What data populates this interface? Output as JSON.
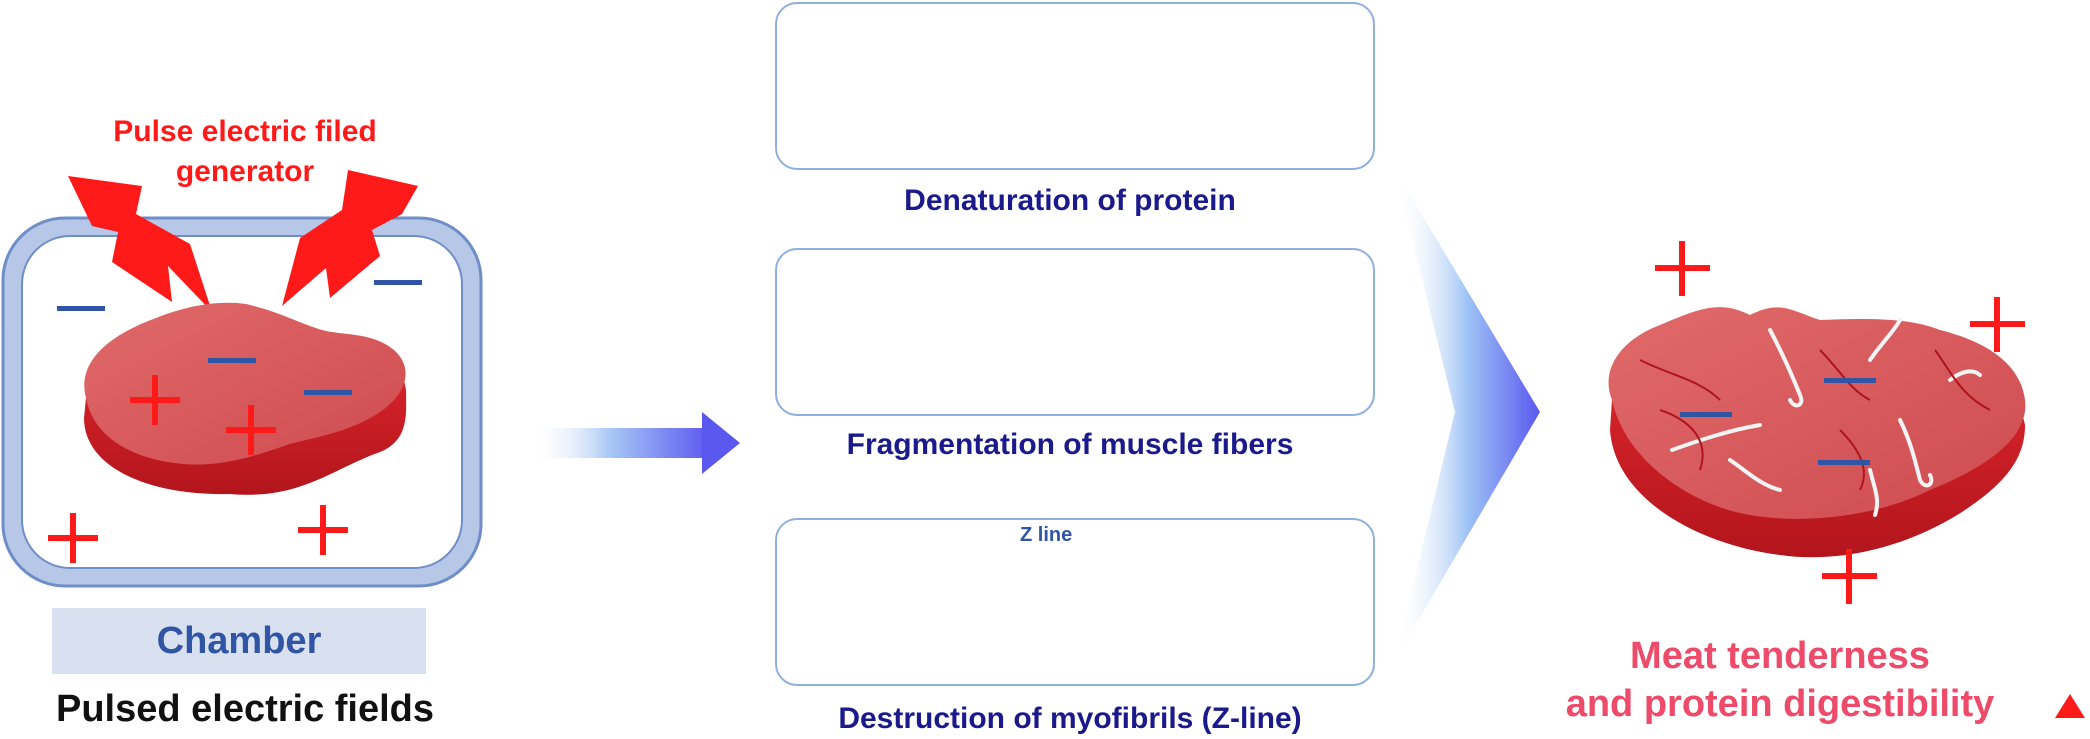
{
  "left": {
    "generator_label_line1": "Pulse electric filed",
    "generator_label_line2": "generator",
    "chamber_label": "Chamber",
    "title": "Pulsed electric fields"
  },
  "panels": [
    {
      "label": "Denaturation of protein"
    },
    {
      "label": "Fragmentation of muscle fibers"
    },
    {
      "label": "Destruction of myofibrils (Z-line)",
      "annotation": "Z line"
    }
  ],
  "result": {
    "line1": "Meat tenderness",
    "line2": "and protein digestibility"
  },
  "colors": {
    "red": "#ff1a1a",
    "navy_text": "#1a1a8c",
    "chamber_blue": "#2f55a4",
    "result_pink": "#ee4b6a",
    "arrow_blue": "#5b6cf0"
  }
}
